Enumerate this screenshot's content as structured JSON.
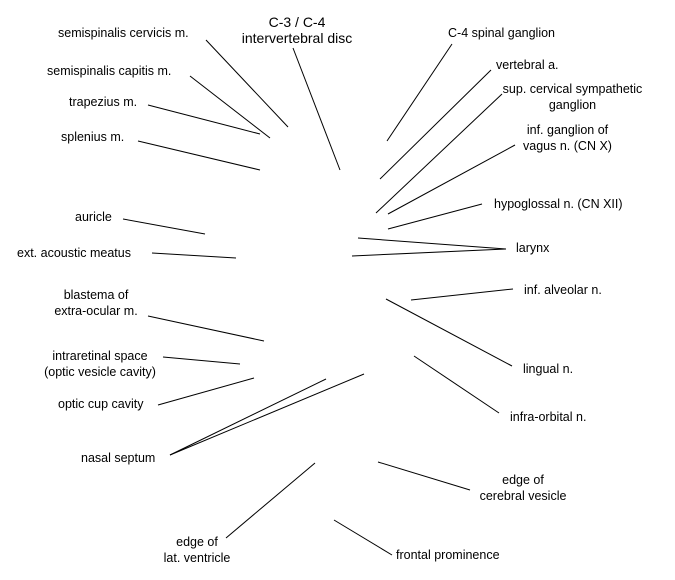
{
  "labels": {
    "semispinalis_cervicis": "semispinalis cervicis m.",
    "disc_line1": "C-3 / C-4",
    "disc_line2": "intervertebral disc",
    "c4_ganglion": "C-4 spinal ganglion",
    "semispinalis_capitis": "semispinalis capitis m.",
    "vertebral_a": "vertebral a.",
    "trapezius": "trapezius m.",
    "sympathetic_line1": "sup. cervical sympathetic",
    "sympathetic_line2": "ganglion",
    "vagus_line1": "inf. ganglion of",
    "vagus_line2": "vagus n. (CN X)",
    "splenius": "splenius m.",
    "hypoglossal": "hypoglossal n. (CN XII)",
    "auricle": "auricle",
    "larynx": "larynx",
    "acoustic_meatus": "ext. acoustic meatus",
    "inf_alveolar": "inf. alveolar n.",
    "blastema_line1": "blastema of",
    "blastema_line2": "extra-ocular m.",
    "intraretinal_line1": "intraretinal space",
    "intraretinal_line2": "(optic vesicle cavity)",
    "lingual": "lingual n.",
    "optic_cup": "optic cup cavity",
    "infra_orbital": "infra-orbital n.",
    "nasal_septum": "nasal septum",
    "cerebral_line1": "edge of",
    "cerebral_line2": "cerebral vesicle",
    "ventricle_line1": "edge of",
    "ventricle_line2": "lat. ventricle",
    "frontal": "frontal prominence"
  }
}
